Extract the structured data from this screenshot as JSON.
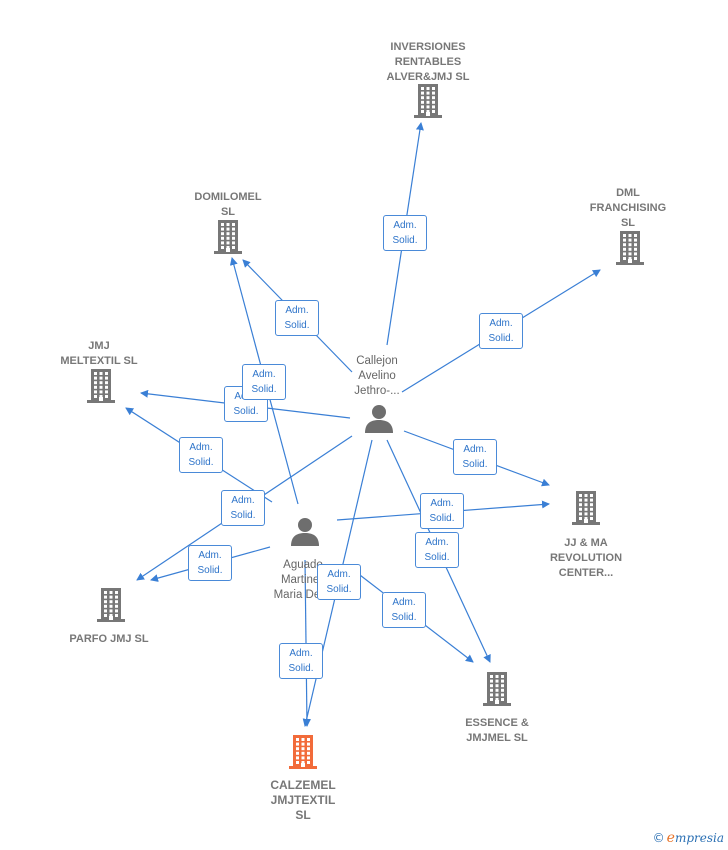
{
  "colors": {
    "edge": "#3a7fd5",
    "building": "#777777",
    "focus": "#f26b3a",
    "person": "#6e6e6e"
  },
  "companies": [
    {
      "id": "inversiones",
      "name": "INVERSIONES\nRENTABLES\nALVER&JMJ  SL",
      "icon": "building-icon"
    },
    {
      "id": "dml",
      "name": "DML\nFRANCHISING\nSL",
      "icon": "building-icon"
    },
    {
      "id": "domilomel",
      "name": "DOMILOMEL\nSL",
      "icon": "building-icon"
    },
    {
      "id": "jmj",
      "name": "JMJ\nMELTEXTIL  SL",
      "icon": "building-icon"
    },
    {
      "id": "jjma",
      "name": "JJ & MA\nREVOLUTION\nCENTER...",
      "icon": "building-icon"
    },
    {
      "id": "parfo",
      "name": "PARFO JMJ  SL",
      "icon": "building-icon"
    },
    {
      "id": "essence",
      "name": "ESSENCE &\nJMJMEL  SL",
      "icon": "building-icon"
    },
    {
      "id": "calzemel",
      "name": "CALZEMEL\nJMJTEXTIL\nSL",
      "icon": "building-icon",
      "focus": true
    }
  ],
  "people": [
    {
      "id": "callejon",
      "name": "Callejon\nAvelino\nJethro-...",
      "icon": "person-icon"
    },
    {
      "id": "aguado",
      "name": "Aguado\nMartinez\nMaria Del...",
      "icon": "person-icon"
    }
  ],
  "edge_label": "Adm.\nSolid.",
  "edges": [
    {
      "from": "callejon",
      "to": "inversiones",
      "label": "Adm.\nSolid."
    },
    {
      "from": "callejon",
      "to": "dml",
      "label": "Adm.\nSolid."
    },
    {
      "from": "callejon",
      "to": "domilomel",
      "label": "Adm.\nSolid."
    },
    {
      "from": "callejon",
      "to": "jmj",
      "label": "Adm.\nSolid."
    },
    {
      "from": "callejon",
      "to": "jjma",
      "label": "Adm.\nSolid."
    },
    {
      "from": "callejon",
      "to": "parfo",
      "label": "Adm.\nSolid."
    },
    {
      "from": "callejon",
      "to": "essence",
      "label": "Adm.\nSolid."
    },
    {
      "from": "callejon",
      "to": "calzemel",
      "label": "Adm.\nSolid."
    },
    {
      "from": "aguado",
      "to": "domilomel",
      "label": "Adm.\nSolid."
    },
    {
      "from": "aguado",
      "to": "jmj",
      "label": "Adm.\nSolid."
    },
    {
      "from": "aguado",
      "to": "jjma",
      "label": "Adm.\nSolid."
    },
    {
      "from": "aguado",
      "to": "parfo",
      "label": "Adm.\nSolid."
    },
    {
      "from": "aguado",
      "to": "essence",
      "label": "Adm.\nSolid."
    },
    {
      "from": "aguado",
      "to": "calzemel",
      "label": "Adm.\nSolid."
    }
  ],
  "brand": {
    "copyright": "©",
    "initial": "e",
    "rest": "mpresia"
  }
}
